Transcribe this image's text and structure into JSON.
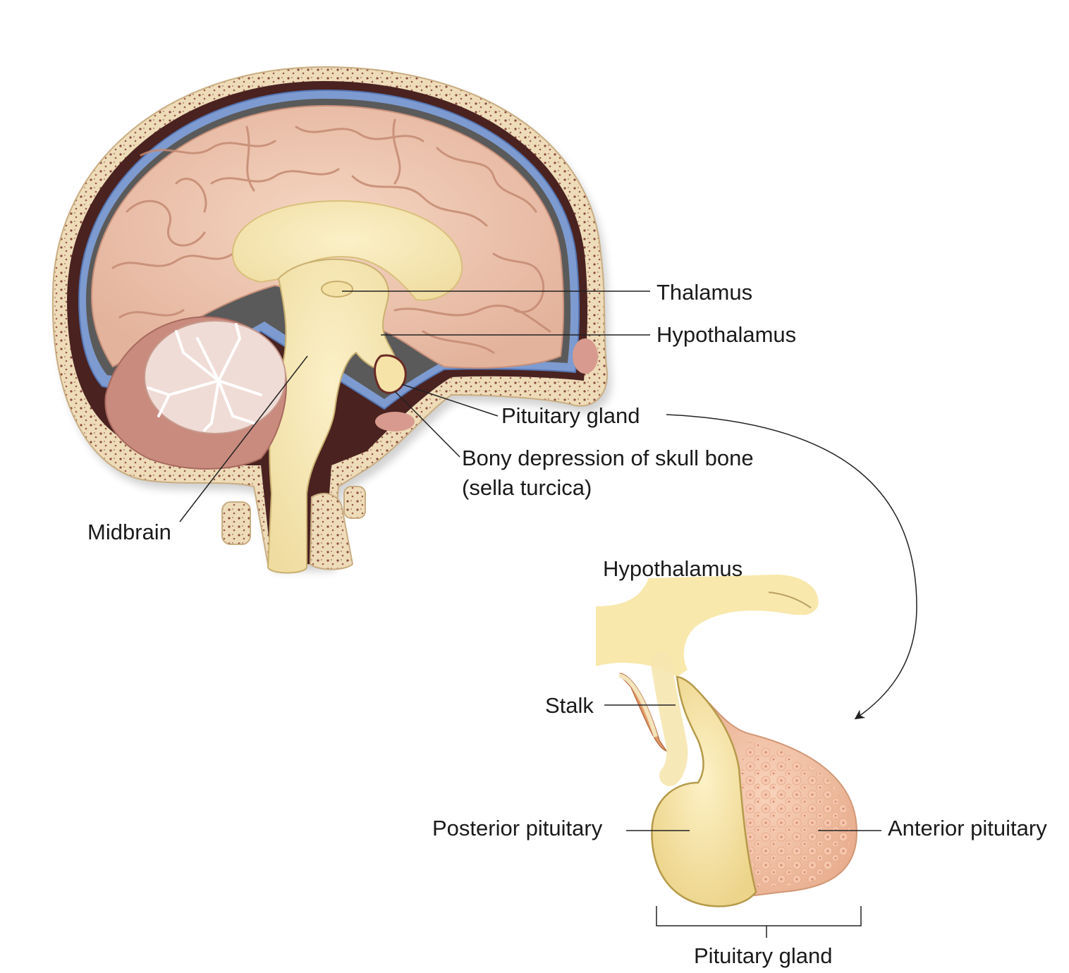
{
  "labels": {
    "thalamus": "Thalamus",
    "hypothalamus_top": "Hypothalamus",
    "pituitary_gland_top": "Pituitary gland",
    "sella_line1": "Bony depression of skull bone",
    "sella_line2": "(sella turcica)",
    "midbrain": "Midbrain",
    "hypothalamus_detail": "Hypothalamus",
    "stalk": "Stalk",
    "posterior_pituitary": "Posterior pituitary",
    "anterior_pituitary": "Anterior pituitary",
    "pituitary_gland_bottom": "Pituitary gland"
  },
  "colors": {
    "skull_bone": "#eedcb9",
    "bone_pores": "#8a4a3e",
    "dura_blue": "#7d9bd0",
    "cortex": "#efc7b0",
    "white_matter": "#f6e6b4",
    "cerebellum": "#c98b7e",
    "anterior_lobe": "#f4c4a8",
    "posterior_lobe": "#f8e7a8",
    "leader_line": "#222222"
  }
}
